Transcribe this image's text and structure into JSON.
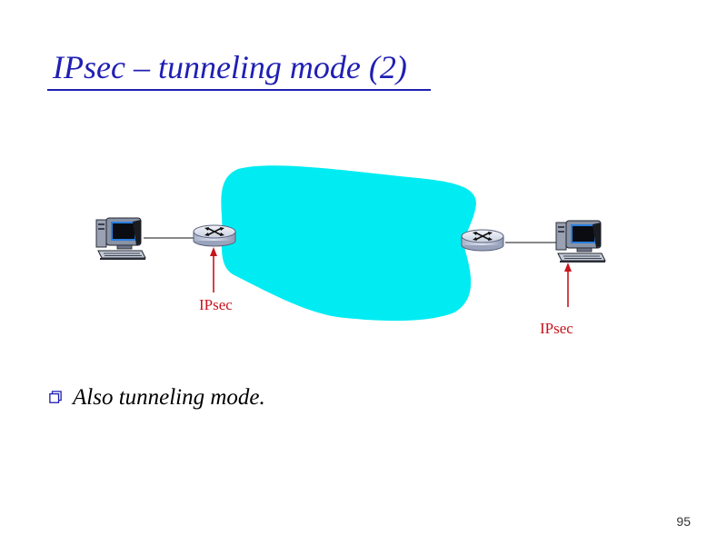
{
  "slide": {
    "title": "IPsec – tunneling mode (2)",
    "page_number": "95"
  },
  "diagram": {
    "nodes": [
      {
        "id": "host-left",
        "type": "computer"
      },
      {
        "id": "router-left",
        "type": "router"
      },
      {
        "id": "router-right",
        "type": "router"
      },
      {
        "id": "host-right",
        "type": "computer"
      }
    ],
    "edges": [
      [
        "host-left",
        "router-left"
      ],
      [
        "router-left",
        "router-right"
      ],
      [
        "router-right",
        "host-right"
      ]
    ],
    "network_cloud_color": "#00ecf2",
    "annotations": [
      {
        "label": "IPsec",
        "points_to": "router-left",
        "color": "#c8141e"
      },
      {
        "label": "IPsec",
        "points_to": "host-right",
        "color": "#c8141e"
      }
    ]
  },
  "bullets": [
    "Also tunneling mode."
  ],
  "colors": {
    "title": "#1f1fb4",
    "annotation": "#c8141e",
    "cloud": "#00ecf2"
  }
}
